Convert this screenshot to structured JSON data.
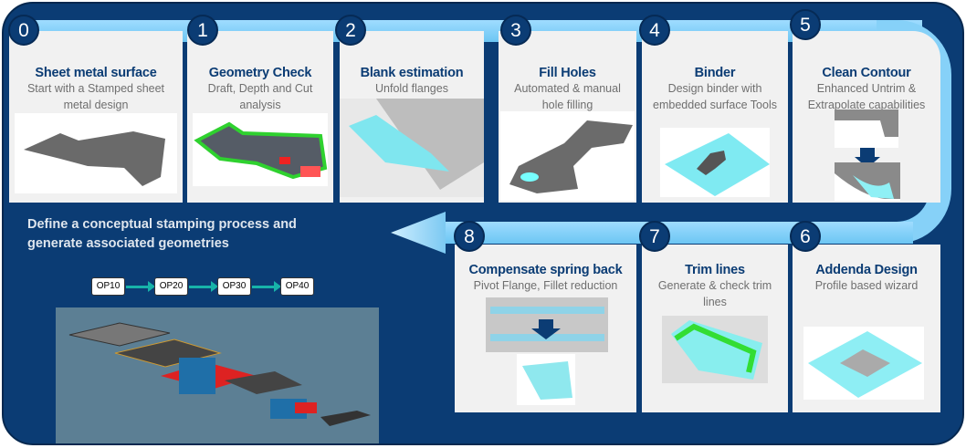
{
  "steps": [
    {
      "num": "0",
      "title": "Sheet metal surface",
      "desc": "Start with a Stamped sheet metal design"
    },
    {
      "num": "1",
      "title": "Geometry Check",
      "desc": "Draft, Depth and Cut analysis"
    },
    {
      "num": "2",
      "title": "Blank estimation",
      "desc": "Unfold flanges"
    },
    {
      "num": "3",
      "title": "Fill Holes",
      "desc": "Automated & manual hole filling"
    },
    {
      "num": "4",
      "title": "Binder",
      "desc": "Design binder with embedded surface Tools"
    },
    {
      "num": "5",
      "title": "Clean Contour",
      "desc": "Enhanced Untrim & Extrapolate capabilities"
    },
    {
      "num": "6",
      "title": "Addenda Design",
      "desc": "Profile based wizard"
    },
    {
      "num": "7",
      "title": "Trim lines",
      "desc": "Generate & check trim lines"
    },
    {
      "num": "8",
      "title": "Compensate spring back",
      "desc": "Pivot Flange, Fillet reduction"
    }
  ],
  "intro": "Define a conceptual stamping process and generate  associated geometries",
  "operations": [
    "OP10",
    "OP20",
    "OP30",
    "OP40"
  ],
  "colors": {
    "background": "#0b3c74",
    "band": "#8fd6fb",
    "card": "#f1f1f1",
    "title": "#0b3c74"
  }
}
